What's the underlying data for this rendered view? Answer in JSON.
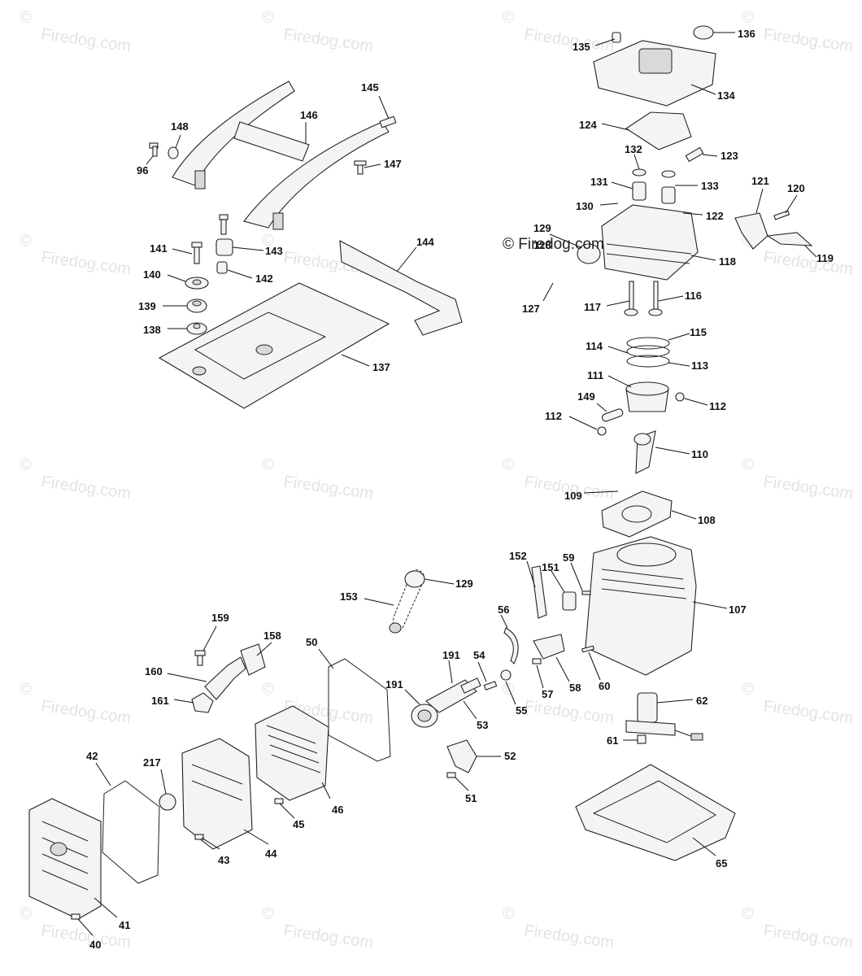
{
  "watermark": {
    "text": "Firedog.com",
    "symbol": "©"
  },
  "overlay_text": "© Firedog.com",
  "callouts": {
    "c145": "145",
    "c146": "146",
    "c147": "147",
    "c148": "148",
    "c96": "96",
    "c141": "141",
    "c143": "143",
    "c142": "142",
    "c140": "140",
    "c139": "139",
    "c138": "138",
    "c144": "144",
    "c137": "137",
    "c135": "135",
    "c136": "136",
    "c134": "134",
    "c124": "124",
    "c123": "123",
    "c132": "132",
    "c131": "131",
    "c133": "133",
    "c130": "130",
    "c122": "122",
    "c121": "121",
    "c120": "120",
    "c119": "119",
    "c129a": "129",
    "c128": "128",
    "c118": "118",
    "c127": "127",
    "c117": "117",
    "c116": "116",
    "c115": "115",
    "c114": "114",
    "c113": "113",
    "c111": "111",
    "c149": "149",
    "c112a": "112",
    "c112b": "112",
    "c110": "110",
    "c109": "109",
    "c108": "108",
    "c107": "107",
    "c152": "152",
    "c151": "151",
    "c59": "59",
    "c153": "153",
    "c129b": "129",
    "c56": "56",
    "c191a": "191",
    "c191b": "191",
    "c54": "54",
    "c55": "55",
    "c53": "53",
    "c57": "57",
    "c58": "58",
    "c60": "60",
    "c159": "159",
    "c158": "158",
    "c160": "160",
    "c161": "161",
    "c50": "50",
    "c62": "62",
    "c61": "61",
    "c52": "52",
    "c51": "51",
    "c42": "42",
    "c217": "217",
    "c45": "45",
    "c46": "46",
    "c43": "43",
    "c44": "44",
    "c41": "41",
    "c40": "40",
    "c65": "65"
  }
}
